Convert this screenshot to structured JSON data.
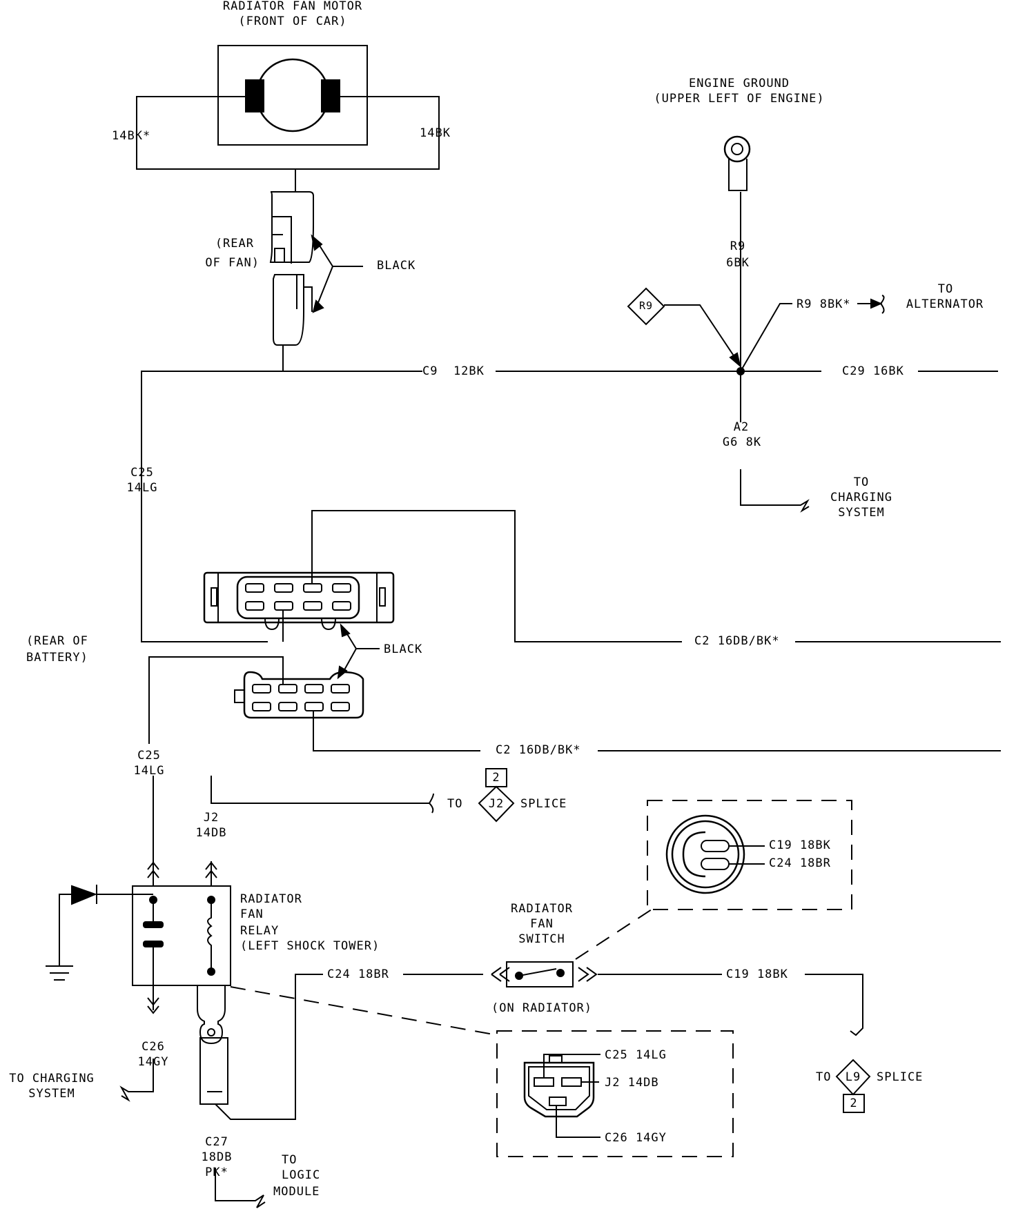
{
  "fan_motor": {
    "title": "RADIATOR FAN MOTOR",
    "location": "(FRONT OF CAR)",
    "wire_left": "14BK*",
    "wire_right": "14BK"
  },
  "fan_connector": {
    "location_1": "(REAR",
    "location_2": "OF FAN)",
    "color": "BLACK"
  },
  "engine_ground": {
    "title": "ENGINE GROUND",
    "location": "(UPPER LEFT OF ENGINE)",
    "wire_circuit": "R9",
    "wire_gauge": "6BK",
    "badge": "R9"
  },
  "alternator_wire": {
    "wire": "R9 8BK*",
    "dest_1": "TO",
    "dest_2": "ALTERNATOR"
  },
  "c9_wire": "C9  12BK",
  "c29_wire": "C29 16BK",
  "a2_wire": {
    "circuit": "A2",
    "gauge": "G6 8K"
  },
  "to_charging_top": {
    "l1": "TO",
    "l2": "CHARGING",
    "l3": "SYSTEM"
  },
  "c25_upper": {
    "circuit": "C25",
    "gauge": "14LG"
  },
  "battery_location": {
    "l1": "(REAR OF",
    "l2": "BATTERY)"
  },
  "mid_connector": {
    "color": "BLACK"
  },
  "c2_wire_upper": "C2 16DB/BK*",
  "c2_wire_lower": "C2 16DB/BK*",
  "c25_lower": {
    "circuit": "C25",
    "gauge": "14LG"
  },
  "j2_splice": {
    "to": "TO",
    "badge": "J2",
    "badge_number": "2",
    "splice": "SPLICE"
  },
  "j2_wire": {
    "circuit": "J2",
    "gauge": "14DB"
  },
  "relay": {
    "l1": "RADIATOR",
    "l2": "FAN",
    "l3": "RELAY",
    "l4": "(LEFT SHOCK TOWER)"
  },
  "sensor_inset": {
    "wire_1": "C19 18BK",
    "wire_2": "C24 18BR"
  },
  "fan_switch": {
    "l1": "RADIATOR",
    "l2": "FAN",
    "l3": "SWITCH",
    "location": "(ON RADIATOR)"
  },
  "c24_wire": "C24 18BR",
  "c19_wire": "C19 18BK",
  "c26_wire": {
    "circuit": "C26",
    "gauge": "14GY"
  },
  "to_charging_bottom": {
    "l1": "TO CHARGING",
    "l2": "SYSTEM"
  },
  "relay_inset": {
    "pin_1": "C25 14LG",
    "pin_2": "J2 14DB",
    "pin_3": "C26 14GY"
  },
  "l9_splice": {
    "to": "TO",
    "badge": "L9",
    "badge_number": "2",
    "splice": "SPLICE"
  },
  "c27_wire": {
    "circuit": "C27",
    "gauge": "18DB",
    "tracer": "PK*"
  },
  "logic_module": {
    "l1": "TO",
    "l2": "LOGIC",
    "l3": "MODULE"
  }
}
